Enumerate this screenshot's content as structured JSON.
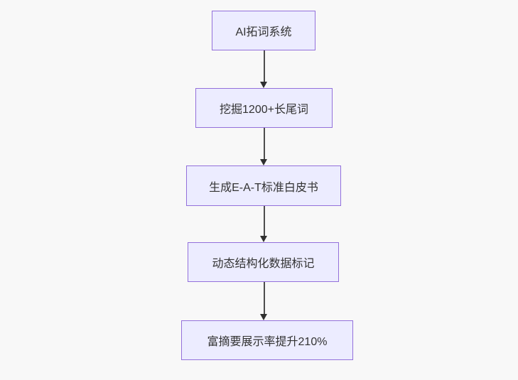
{
  "diagram": {
    "type": "flowchart",
    "direction": "top-down",
    "nodes": [
      {
        "id": "A",
        "label": "AI拓词系统"
      },
      {
        "id": "B",
        "label": "挖掘1200+长尾词"
      },
      {
        "id": "C",
        "label": "生成E-A-T标准白皮书"
      },
      {
        "id": "D",
        "label": "动态结构化数据标记"
      },
      {
        "id": "E",
        "label": "富摘要展示率提升210%"
      }
    ],
    "edges": [
      {
        "from": "A",
        "to": "B",
        "arrow": "down"
      },
      {
        "from": "B",
        "to": "C",
        "arrow": "down"
      },
      {
        "from": "C",
        "to": "D",
        "arrow": "down"
      },
      {
        "from": "D",
        "to": "E",
        "arrow": "down"
      }
    ],
    "colors": {
      "background": "#f8f8f8",
      "node_fill": "#ECECFF",
      "node_border": "#9370DB",
      "text": "#333333",
      "edge_line": "#4d4d4d",
      "edge_head": "#2f2f2f"
    }
  }
}
